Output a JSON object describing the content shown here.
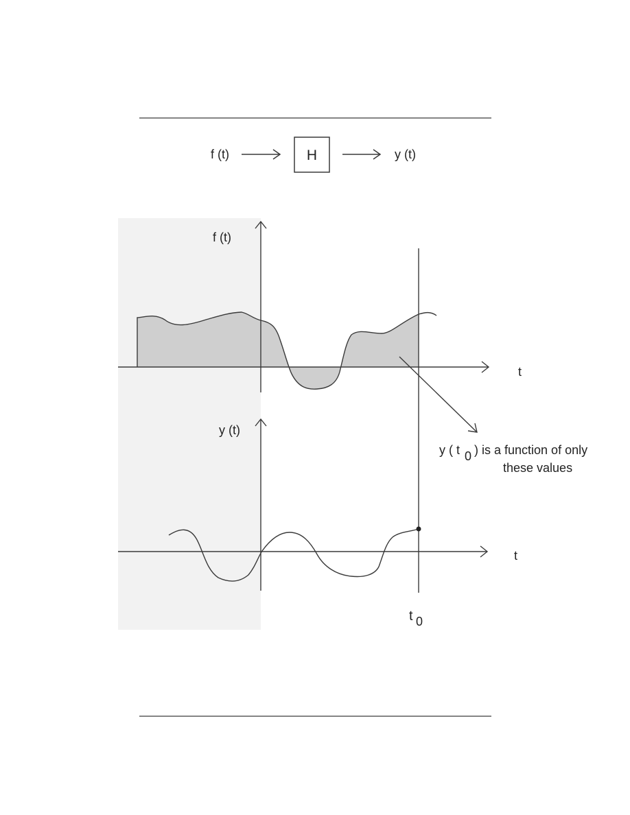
{
  "block_diagram": {
    "input_label": "f (t)",
    "system_label": "H",
    "output_label": "y (t)"
  },
  "input_plot": {
    "y_axis_label": "f (t)",
    "x_axis_label": "t"
  },
  "output_plot": {
    "y_axis_label": "y (t)",
    "x_axis_label": "t"
  },
  "annotation": {
    "prefix": "y ( t",
    "subscript": "0",
    "suffix": ") is a function of only",
    "line2": "these values"
  },
  "time_marker": {
    "base": "t",
    "subscript": "0"
  },
  "colors": {
    "line": "#3a3a3a",
    "shaded_past": "#f2f2f2",
    "area_fill": "#cfcfcf"
  }
}
